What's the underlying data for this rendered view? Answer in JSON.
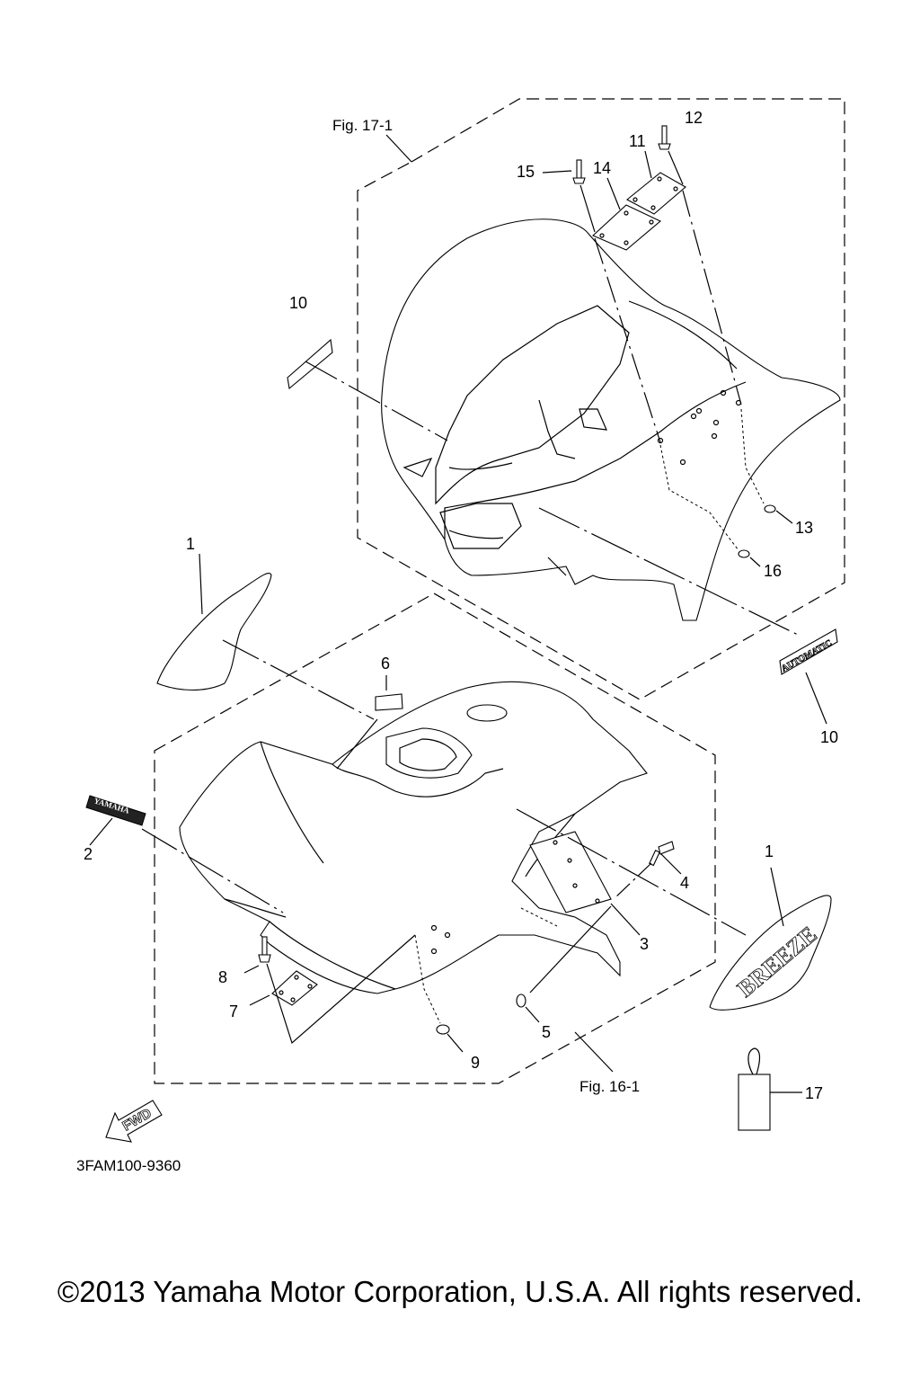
{
  "figures": {
    "upper": "Fig. 17-1",
    "lower": "Fig. 16-1"
  },
  "callouts": {
    "c1a": "1",
    "c1b": "1",
    "c2": "2",
    "c3": "3",
    "c4": "4",
    "c5": "5",
    "c6": "6",
    "c7": "7",
    "c8": "8",
    "c9": "9",
    "c10a": "10",
    "c10b": "10",
    "c11": "11",
    "c12": "12",
    "c13": "13",
    "c14": "14",
    "c15": "15",
    "c16": "16",
    "c17": "17"
  },
  "decals": {
    "automatic": "AUTOMATIC",
    "yamaha": "YAMAHA",
    "breeze": "BREEZE",
    "fwd": "FWD"
  },
  "diagram_code": "3FAM100-9360",
  "copyright": "©2013 Yamaha Motor Corporation, U.S.A. All rights reserved."
}
